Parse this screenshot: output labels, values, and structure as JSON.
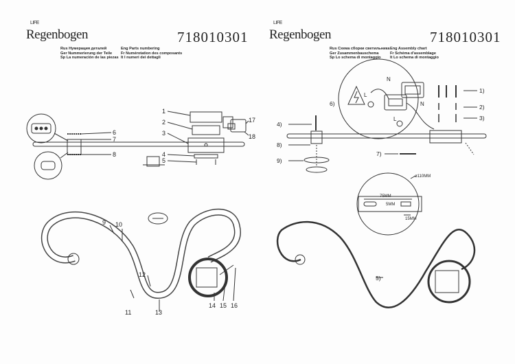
{
  "brand": {
    "name": "Regenbogen",
    "tag": "LIFE"
  },
  "left_sheet": {
    "doc_number": "718010301",
    "captions": [
      "Rus Нумерация деталей",
      "Eng Parts numbering",
      "Ger Nummerierung der Teile",
      "Fr Numérotation des composants",
      "Sp La numeración de las piezas",
      "It I numeri dei dettagli"
    ],
    "part_labels": [
      "1",
      "2",
      "3",
      "4",
      "5",
      "6",
      "7",
      "8",
      "9",
      "10",
      "11",
      "12",
      "13",
      "14",
      "15",
      "16",
      "17",
      "18"
    ]
  },
  "right_sheet": {
    "doc_number": "718010301",
    "captions": [
      "Rus Схема сборки светильника",
      "Eng Assembly chart",
      "Ger Zusammenbauschema",
      "Fr Schéma d'assemblage",
      "Sp Lo schema di montaggio",
      "It Lo schema di montaggio"
    ],
    "step_labels": [
      "1)",
      "2)",
      "3)",
      "4)",
      "5)",
      "6)",
      "7)",
      "8)",
      "9)"
    ],
    "wire_labels": {
      "n1": "N",
      "l1": "L",
      "n2": "N",
      "l2": "L"
    },
    "dimensions": {
      "diameter": "ø110MM",
      "width": "75MM",
      "slot": "5MM",
      "depth": "15MM"
    }
  }
}
